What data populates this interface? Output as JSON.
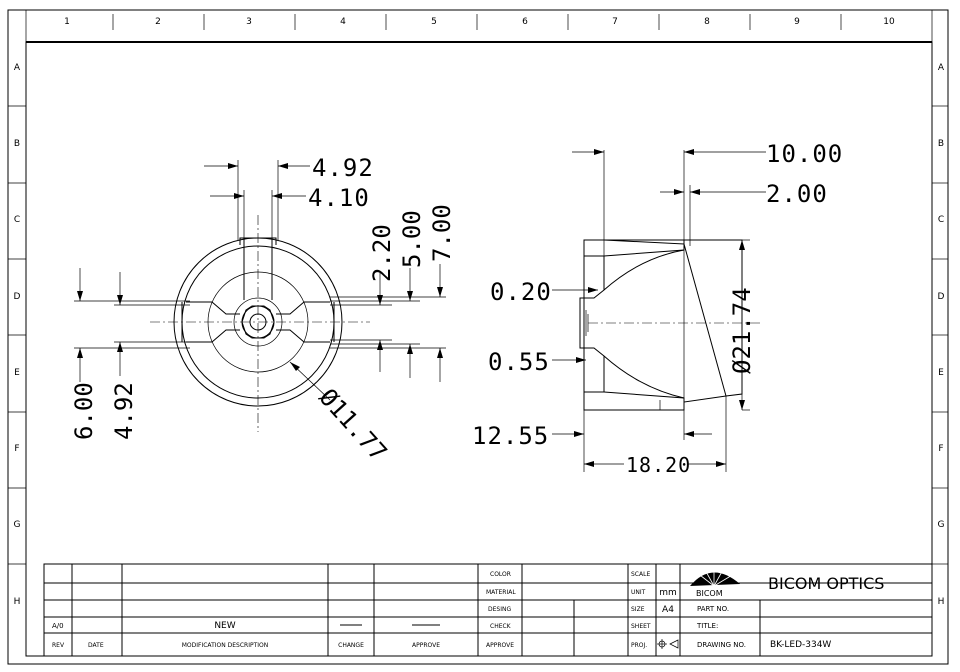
{
  "frame": {
    "columns": [
      "1",
      "2",
      "3",
      "4",
      "5",
      "6",
      "7",
      "8",
      "9",
      "10"
    ],
    "rows": [
      "A",
      "B",
      "C",
      "D",
      "E",
      "F",
      "G",
      "H"
    ]
  },
  "front_view": {
    "dims": {
      "d492_top": "4.92",
      "d410": "4.10",
      "d220": "2.20",
      "d500": "5.00",
      "d700": "7.00",
      "d600": "6.00",
      "d492_left": "4.92",
      "dia1177": "Ø11.77"
    }
  },
  "side_view": {
    "dims": {
      "d1000": "10.00",
      "d200": "2.00",
      "d020": "0.20",
      "d055": "0.55",
      "d1255": "12.55",
      "d1820": "18.20",
      "dia2174": "Ø21.74"
    }
  },
  "title_block": {
    "rev_row": {
      "rev": "A/0",
      "desc": "NEW"
    },
    "headers": {
      "rev": "REV",
      "date": "DATE",
      "modification": "MODIFICATION DESCRIPTION",
      "change": "CHANGE",
      "approve": "APPROVE"
    },
    "middle_labels": [
      "COLOR",
      "MATERIAL",
      "DESING",
      "CHECK",
      "APPROVE"
    ],
    "right_labels": {
      "scale": "SCALE",
      "unit": "UNIT",
      "size": "SIZE",
      "sheet": "SHEET",
      "proj": "PROJ."
    },
    "unit_value": "mm",
    "size_value": "A4",
    "logo_text": "BICOM",
    "company": "BICOM OPTICS",
    "part_no_label": "PART NO.",
    "title_label": "TITLE:",
    "drawing_no_label": "DRAWING NO.",
    "drawing_no": "BK-LED-334W"
  }
}
